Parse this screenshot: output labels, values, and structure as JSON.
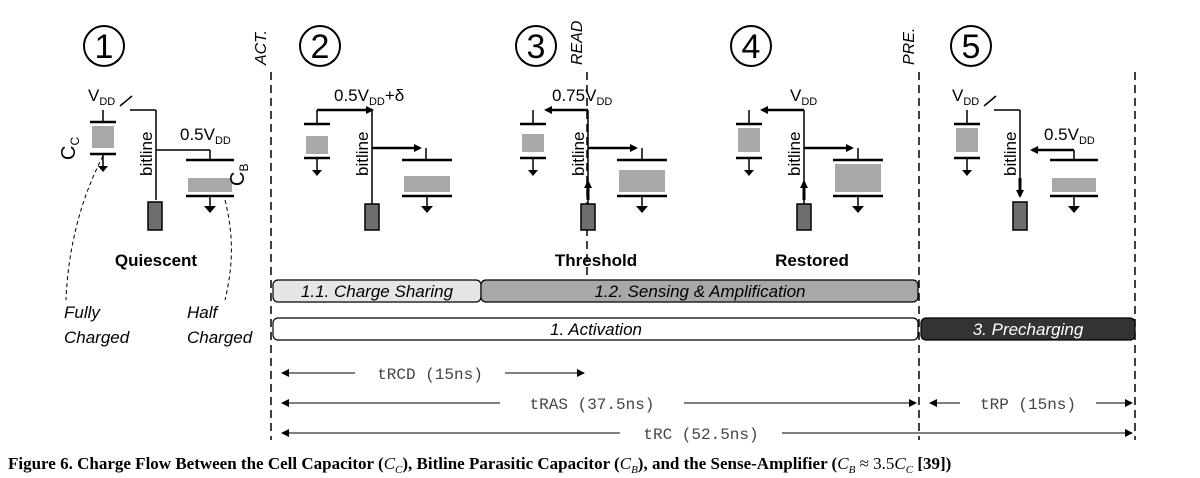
{
  "steps": [
    "1",
    "2",
    "3",
    "4",
    "5"
  ],
  "commands": {
    "act": "ACT.",
    "read": "READ",
    "pre": "PRE."
  },
  "labels": {
    "vdd": "V",
    "dd": "DD",
    "bitline": "bitline",
    "cc": "C",
    "cc_sub": "C",
    "cb": "C",
    "cb_sub": "B",
    "half_vdd": "0.5V",
    "half_vdd_delta": "0.5V",
    "delta": "+δ",
    "three_quarter_vdd": "0.75V"
  },
  "states": {
    "quiescent": "Quiescent",
    "threshold": "Threshold",
    "restored": "Restored"
  },
  "notes": {
    "fully_1": "Fully",
    "fully_2": "Charged",
    "half_1": "Half",
    "half_2": "Charged"
  },
  "phases": {
    "charge_sharing": "1.1. Charge Sharing",
    "sensing": "1.2. Sensing & Amplification",
    "activation": "1. Activation",
    "precharging": "3. Precharging"
  },
  "timings": {
    "trcd": "tRCD (15ns)",
    "tras": "tRAS (37.5ns)",
    "trp": "tRP (15ns)",
    "trc": "tRC (52.5ns)"
  },
  "caption": {
    "label": "Figure 6.",
    "text_1": "Charge Flow Between the Cell Capacitor (",
    "text_2": "), Bitline Parasitic Capacitor (",
    "text_3": "), and the Sense-Amplifier (",
    "cc_var": "C",
    "cc_sub": "C",
    "cb_var": "C",
    "cb_sub": "B",
    "approx": " ≈ 3.5",
    "ref": "[39])"
  },
  "colors": {
    "gray_fill": "#a8a8a8",
    "dark_fill": "#6e6e6e",
    "light_bar": "#e6e6e6",
    "mid_bar": "#a8a8a8",
    "dark_bar": "#333333"
  }
}
